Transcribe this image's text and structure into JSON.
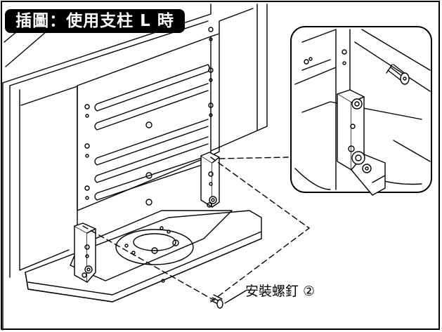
{
  "title": "插圖：使用支柱 L 時",
  "callout_label": "安裝螺釘 ②",
  "icons": [
    "tv-illustration",
    "pillar-bracket",
    "screw-icon",
    "detail-inset"
  ]
}
